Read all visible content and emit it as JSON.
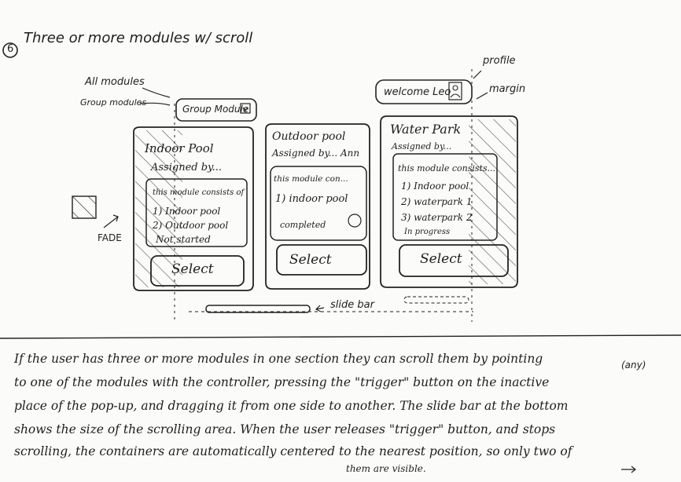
{
  "header": {
    "section_number": "6",
    "title": "Three or more modules w/ scroll"
  },
  "annotations": {
    "all_modules": "All modules",
    "group_modules": "Group modules",
    "fade": "FADE",
    "profile": "profile",
    "margin": "margin",
    "slide_bar": "slide bar"
  },
  "group_button": {
    "label": "Group Module"
  },
  "profile_button": {
    "label": "welcome Leo"
  },
  "cards": [
    {
      "title": "Indoor Pool",
      "assigned": "Assigned by...",
      "description": "this module consists of",
      "items": [
        "1) Indoor pool",
        "2) Outdoor pool"
      ],
      "status": "Not started",
      "select": "Select"
    },
    {
      "title": "Outdoor pool",
      "assigned": "Assigned by... Ann",
      "description": "this module con...",
      "items": [
        "1) indoor pool"
      ],
      "status": "completed",
      "select": "Select"
    },
    {
      "title": "Water Park",
      "assigned": "Assigned by...",
      "description": "this module consists...",
      "items": [
        "1) Indoor pool",
        "2) waterpark 1",
        "3) waterpark 2"
      ],
      "status": "In progress",
      "select": "Select"
    }
  ],
  "description": {
    "lines": [
      "If the user has three or more modules in one section they can scroll them by pointing",
      "to one of the modules with the controller, pressing the \"trigger\" button on the inactive",
      "place of the pop-up, and dragging it from one side to another. The slide bar at the bottom",
      "shows the size of the scrolling area. When the user releases \"trigger\" button, and stops",
      "scrolling, the containers are automatically centered to the nearest position, so only two of",
      "them are visible."
    ],
    "note": "(any)"
  }
}
